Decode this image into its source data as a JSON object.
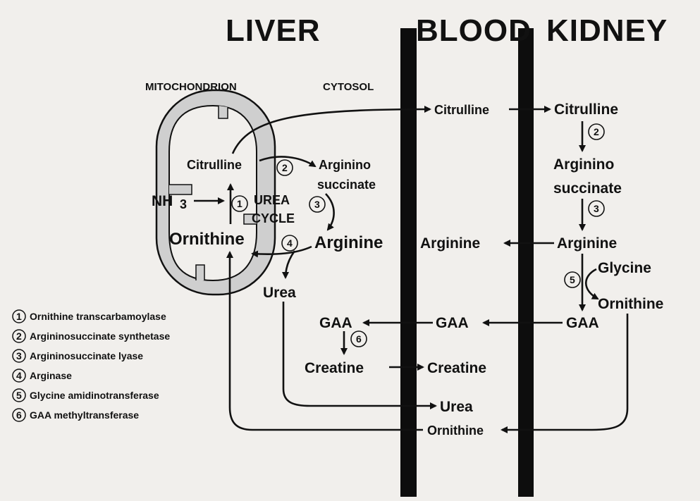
{
  "headers": {
    "liver": "LIVER",
    "blood": "BLOOD",
    "kidney": "KIDNEY"
  },
  "compartments": {
    "mitochondrion": "MITOCHONDRION",
    "cytosol": "CYTOSOL"
  },
  "cycle": {
    "line1": "UREA",
    "line2": "CYCLE"
  },
  "metabolites": {
    "nh3": "NH",
    "nh3_sub": "3",
    "liver_citrulline": "Citrulline",
    "liver_arginino_1": "Arginino",
    "liver_arginino_2": "succinate",
    "liver_ornithine": "Ornithine",
    "liver_arginine": "Arginine",
    "liver_urea": "Urea",
    "liver_gaa": "GAA",
    "liver_creatine": "Creatine",
    "blood_citrulline": "Citrulline",
    "blood_arginine": "Arginine",
    "blood_gaa": "GAA",
    "blood_creatine": "Creatine",
    "blood_urea": "Urea",
    "blood_ornithine": "Ornithine",
    "kidney_citrulline": "Citrulline",
    "kidney_arginino_1": "Arginino",
    "kidney_arginino_2": "succinate",
    "kidney_arginine": "Arginine",
    "kidney_glycine": "Glycine",
    "kidney_ornithine": "Ornithine",
    "kidney_gaa": "GAA"
  },
  "step_numbers": [
    "1",
    "2",
    "3",
    "4",
    "5",
    "6"
  ],
  "legend": [
    {
      "num": "1",
      "text": "Ornithine transcarbamoylase"
    },
    {
      "num": "2",
      "text": "Argininosuccinate synthetase"
    },
    {
      "num": "3",
      "text": "Argininosuccinate lyase"
    },
    {
      "num": "4",
      "text": "Arginase"
    },
    {
      "num": "5",
      "text": "Glycine amidinotransferase"
    },
    {
      "num": "6",
      "text": "GAA methyltransferase"
    }
  ]
}
